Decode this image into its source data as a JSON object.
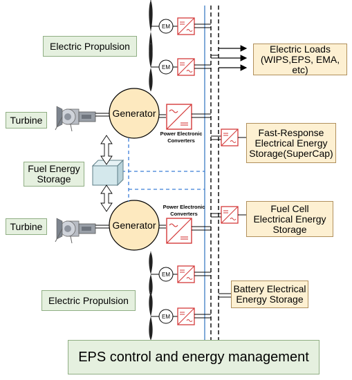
{
  "labels": {
    "electric_propulsion_top": "Electric Propulsion",
    "electric_propulsion_bottom": "Electric Propulsion",
    "turbine_top": "Turbine",
    "turbine_bottom": "Turbine",
    "generator_top": "Generator",
    "generator_bottom": "Generator",
    "fuel_energy_storage_line1": "Fuel Energy",
    "fuel_energy_storage_line2": "Storage",
    "pec_top_line1": "Power Electronic",
    "pec_top_line2": "Converters",
    "pec_bottom_line1": "Power Electronic",
    "pec_bottom_line2": "Converters",
    "em": "EM",
    "electric_loads_line1": "Electric Loads",
    "electric_loads_line2": "(WIPS,EPS, EMA, etc)",
    "fast_response_line1": "Fast-Response",
    "fast_response_line2": "Electrical Energy",
    "fast_response_line3": "Storage(SuperCap)",
    "fuel_cell_line1": "Fuel Cell",
    "fuel_cell_line2": "Electrical Energy",
    "fuel_cell_line3": "Storage",
    "battery_line1": "Battery Electrical",
    "battery_line2": "Energy Storage",
    "eps_control": "EPS control and energy management"
  },
  "colors": {
    "green_fill": "#e5f0df",
    "cream_fill": "#fdf0d2",
    "generator_fill": "#fde9bf",
    "converter_red": "#d43a3a",
    "bus_blue": "#4a86c8",
    "dashed_blue": "#3b7dd8",
    "storage_fill": "#d4e8ec"
  },
  "icons": [
    "propeller-icon",
    "turbine-engine-icon",
    "generator-icon",
    "converter-icon",
    "em-motor-icon",
    "fuel-tank-icon",
    "double-arrow-icon"
  ]
}
